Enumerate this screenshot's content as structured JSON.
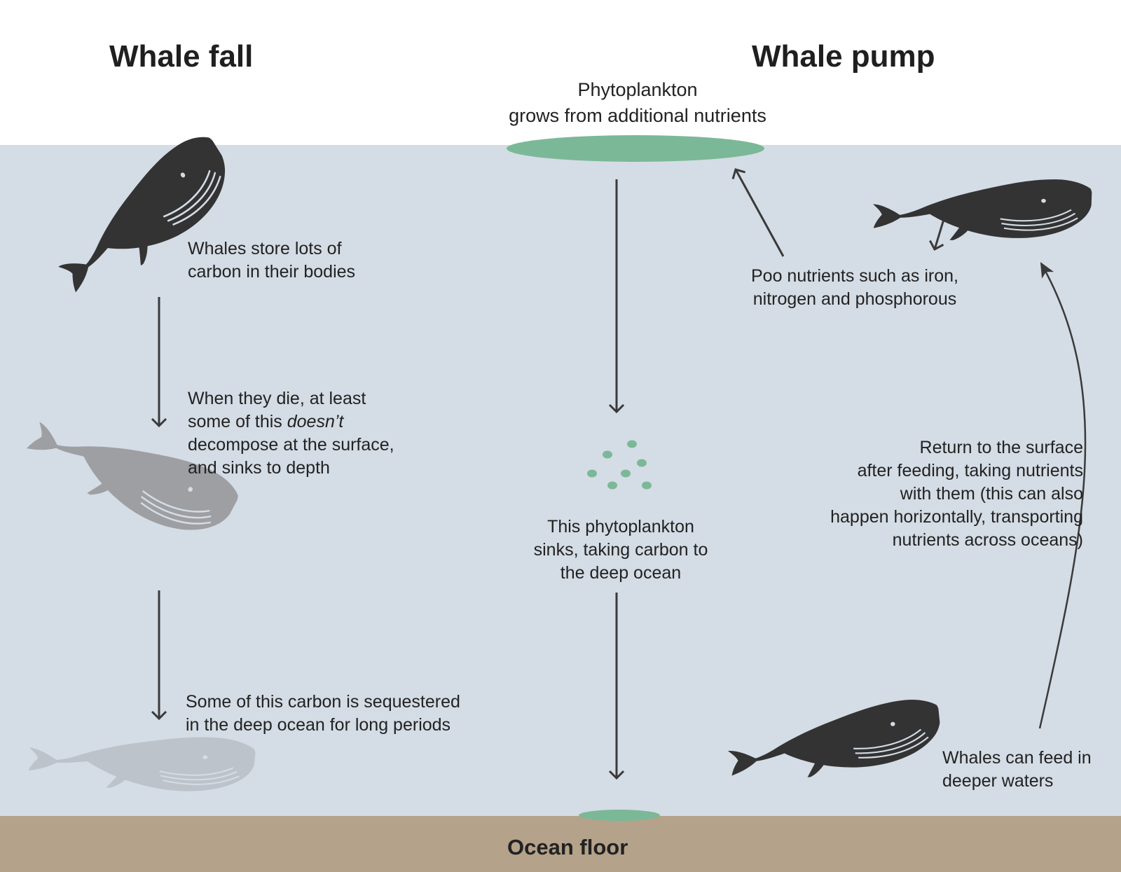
{
  "colors": {
    "water": "#d4dce5",
    "floor": "#b4a28a",
    "phytoplankton": "#7bb897",
    "whale_dark": "#333333",
    "whale_mid": "#9e9fa3",
    "whale_light": "#bcc3cb",
    "arrow": "#3a3a3a"
  },
  "titles": {
    "whale_fall": "Whale fall",
    "whale_pump": "Whale pump"
  },
  "phyto_top": {
    "line1": "Phytoplankton",
    "line2": "grows from additional nutrients"
  },
  "fall": {
    "step1": {
      "line1": "Whales store lots of",
      "line2": "carbon in their bodies"
    },
    "step2": {
      "line1": "When they die, at least",
      "line2_pre": "some of this ",
      "line2_em": "doesn’t",
      "line3": "decompose at the surface,",
      "line4": "and sinks to depth"
    },
    "step3": {
      "line1": "Some of this carbon is sequestered",
      "line2": "in the deep ocean for long periods"
    }
  },
  "middle": {
    "line1": "This phytoplankton",
    "line2": "sinks, taking carbon to",
    "line3": "the deep ocean"
  },
  "pump": {
    "poo": {
      "line1": "Poo nutrients such as iron,",
      "line2": "nitrogen and phosphorous"
    },
    "return": {
      "line1": "Return to the surface",
      "line2": "after feeding, taking nutrients",
      "line3": "with them (this can also",
      "line4": "happen horizontally, transporting",
      "line5": "nutrients across oceans)"
    },
    "feed": {
      "line1": "Whales can feed in",
      "line2": "deeper waters"
    }
  },
  "floor": {
    "label": "Ocean floor"
  },
  "icons": [
    "whale-icon",
    "arrow-down-icon",
    "arrow-up-icon",
    "phytoplankton-particle-icon"
  ]
}
